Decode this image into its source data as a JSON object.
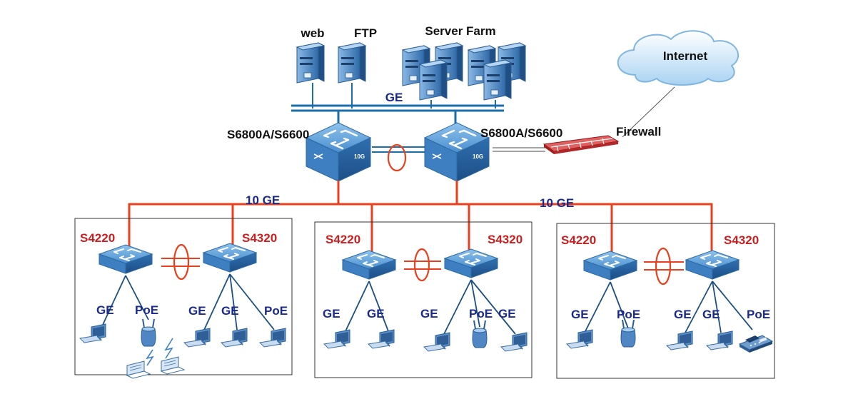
{
  "servers": {
    "web": "web",
    "ftp": "FTP",
    "farm": "Server Farm"
  },
  "cloud_label": "Internet",
  "firewall_label": "Firewall",
  "core": {
    "left": "S6800A/S6600",
    "right": "S6800A/S6600",
    "badge": "10G"
  },
  "links": {
    "server_bus": "GE",
    "uplink_left": "10 GE",
    "uplink_right": "10 GE"
  },
  "access_badge": "L3",
  "groups": [
    {
      "left": "S4220",
      "right": "S4320",
      "ports": [
        "GE",
        "PoE",
        "GE",
        "GE",
        "PoE"
      ]
    },
    {
      "left": "S4220",
      "right": "S4320",
      "ports": [
        "GE",
        "GE",
        "GE",
        "PoE",
        "GE"
      ]
    },
    {
      "left": "S4220",
      "right": "S4320",
      "ports": [
        "GE",
        "PoE",
        "GE",
        "GE",
        "PoE"
      ]
    }
  ],
  "colors": {
    "uplink": "#e8401c",
    "bus": "#1b6fa8",
    "device": "#3b7fc4",
    "label_blue": "#1a2a8c",
    "label_red": "#cc1e1e",
    "firewall": "#cc2a2a"
  }
}
